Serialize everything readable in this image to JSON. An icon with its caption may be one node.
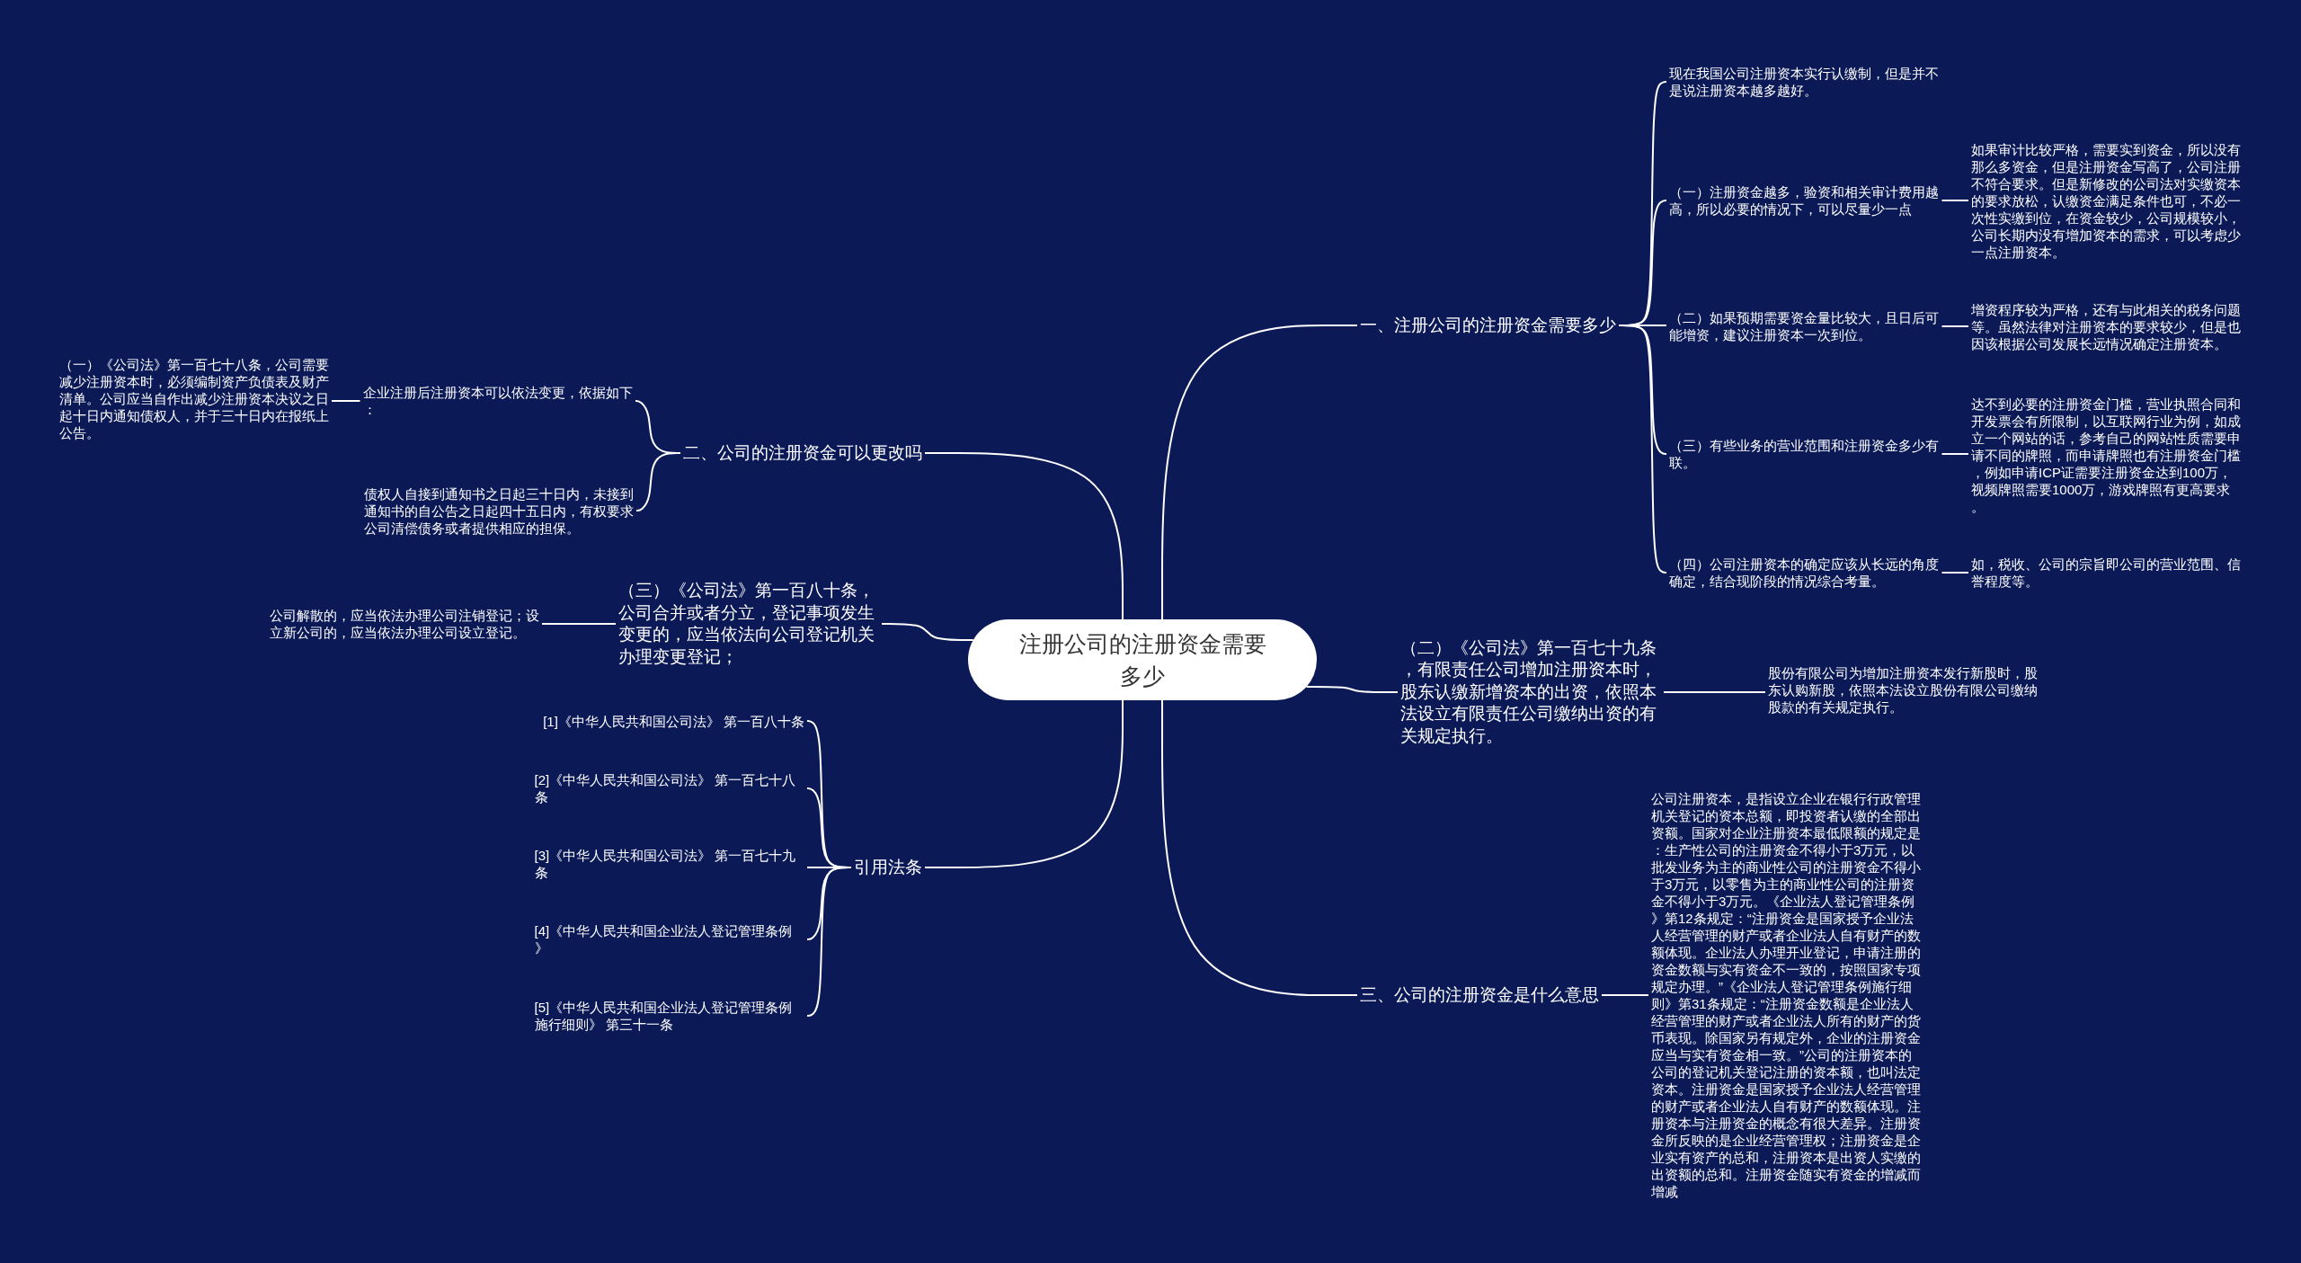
{
  "diagram": {
    "nodes": [
      {
        "text": [
          "注册公司的注册资金需要多少"
        ]
      },
      {
        "text": [
          "一、注册公司的注册资金需要多少"
        ]
      },
      {
        "text": [
          "现在我国公司注册资本实行认缴制，但是并不是说注册资本越多越好。"
        ]
      },
      {
        "text": [
          "（一）注册资金越多，验资和相关审计费用越高，所以必要的情况下，可以尽量少一点"
        ]
      },
      {
        "text": [
          "如果审计比较严格，需要实到资金，所以没有那么多资金，但是注册资金写高了，公司注册不符合要求。但是新修改的公司法对实缴资本的要求放松，认缴资金满足条件也可，不必一次性实缴到位，在资金较少，公司规模较小，公司长期内没有增加资本的需求，可以考虑少一点注册资本。"
        ]
      },
      {
        "text": [
          "（二）如果预期需要资金量比较大，且日后可能增资，建议注册资本一次到位。"
        ]
      },
      {
        "text": [
          "增资程序较为严格，还有与此相关的税务问题等。虽然法律对注册资本的要求较少，但是也因该根据公司发展长远情况确定注册资本。"
        ]
      },
      {
        "text": [
          "（三）有些业务的营业范围和注册资金多少有联。"
        ]
      },
      {
        "text": [
          "达不到必要的注册资金门槛，营业执照合同和开发票会有所限制，以互联网行业为例，如成立一个网站的话，参考自己的网站性质需要申请不同的牌照，而申请牌照也有注册资金门槛，例如申请ICP证需要注册资金达到100万，视频牌照需要1000万，游戏牌照有更高要求。"
        ]
      },
      {
        "text": [
          "（四）公司注册资本的确定应该从长远的角度确定，结合现阶段的情况综合考量。"
        ]
      },
      {
        "text": [
          "如，税收、公司的宗旨即公司的营业范围、信誉程度等。"
        ]
      },
      {
        "text": [
          "（二）《公司法》第一百七十九条，有限责任公司增加注册资本时，股东认缴新增资本的出资，依照本法设立有限责任公司缴纳出资的有关规定执行。"
        ]
      },
      {
        "text": [
          "股份有限公司为增加注册资本发行新股时，股东认购新股，依照本法设立股份有限公司缴纳股款的有关规定执行。"
        ]
      },
      {
        "text": [
          "三、公司的注册资金是什么意思"
        ]
      },
      {
        "text": [
          "公司注册资本，是指设立企业在银行行政管理机关登记的资本总额，即投资者认缴的全部出资额。国家对企业注册资本最低限额的规定是：生产性公司的注册资金不得小于3万元，以批发业务为主的商业性公司的注册资金不得小于3万元，以零售为主的商业性公司的注册资金不得小于3万元。《企业法人登记管理条例》第12条规定：“注册资金是国家授予企业法人经营管理的财产或者企业法人自有财产的数额体现。企业法人办理开业登记，申请注册的资金数额与实有资金不一致的，按照国家专项规定办理。”《企业法人登记管理条例施行细则》第31条规定：“注册资金数额是企业法人经营管理的财产或者企业法人所有的财产的货币表现。除国家另有规定外，企业的注册资金应当与实有资金相一致。”公司的注册资本的公司的登记机关登记注册的资本额，也叫法定资本。注册资金是国家授予企业法人经营管理的财产或者企业法人自有财产的数额体现。注册资本与注册资金的概念有很大差异。注册资金所反映的是企业经营管理权；注册资金是企业实有资产的总和，注册资本是出资人实缴的出资额的总和。注册资金随实有资金的增减而增减"
        ]
      },
      {
        "text": [
          "二、公司的注册资金可以更改吗"
        ]
      },
      {
        "text": [
          "企业注册后注册资本可以依法变更，依据如下："
        ]
      },
      {
        "text": [
          "（一）《公司法》第一百七十八条，公司需要减少注册资本时，必须编制资产负债表及财产清单。公司应当自作出减少注册资本决议之日起十日内通知债权人，并于三十日内在报纸上公告。"
        ]
      },
      {
        "text": [
          "债权人自接到通知书之日起三十日内，未接到通知书的自公告之日起四十五日内，有权要求公司清偿债务或者提供相应的担保。"
        ]
      },
      {
        "text": [
          "（三）《公司法》第一百八十条，公司合并或者分立，登记事项发生变更的，应当依法向公司登记机关办理变更登记；"
        ]
      },
      {
        "text": [
          "公司解散的，应当依法办理公司注销登记；设立新公司的，应当依法办理公司设立登记。"
        ]
      },
      {
        "text": [
          "引用法条"
        ]
      },
      {
        "text": [
          "[1]《中华人民共和国公司法》 第一百八十条"
        ]
      },
      {
        "text": [
          "[2]《中华人民共和国公司法》 第一百七十八条"
        ]
      },
      {
        "text": [
          "[3]《中华人民共和国公司法》 第一百七十九条"
        ]
      },
      {
        "text": [
          "[4]《中华人民共和国企业法人登记管理条例》"
        ]
      },
      {
        "text": [
          "[5]《中华人民共和国企业法人登记管理条例施行细则》 第三十一条"
        ]
      }
    ],
    "edges": [
      {
        "from": 0,
        "to": 1,
        "arrow": "none"
      },
      {
        "from": 1,
        "to": 2,
        "arrow": "none"
      },
      {
        "from": 1,
        "to": 3,
        "arrow": "none"
      },
      {
        "from": 3,
        "to": 4,
        "arrow": "none"
      },
      {
        "from": 1,
        "to": 5,
        "arrow": "none"
      },
      {
        "from": 5,
        "to": 6,
        "arrow": "none"
      },
      {
        "from": 1,
        "to": 7,
        "arrow": "none"
      },
      {
        "from": 7,
        "to": 8,
        "arrow": "none"
      },
      {
        "from": 1,
        "to": 9,
        "arrow": "none"
      },
      {
        "from": 9,
        "to": 10,
        "arrow": "none"
      },
      {
        "from": 0,
        "to": 11,
        "arrow": "none"
      },
      {
        "from": 11,
        "to": 12,
        "arrow": "none"
      },
      {
        "from": 0,
        "to": 13,
        "arrow": "none"
      },
      {
        "from": 13,
        "to": 14,
        "arrow": "none"
      },
      {
        "from": 0,
        "to": 15,
        "arrow": "none"
      },
      {
        "from": 15,
        "to": 16,
        "arrow": "none"
      },
      {
        "from": 16,
        "to": 17,
        "arrow": "none"
      },
      {
        "from": 15,
        "to": 18,
        "arrow": "none"
      },
      {
        "from": 0,
        "to": 19,
        "arrow": "none"
      },
      {
        "from": 19,
        "to": 20,
        "arrow": "none"
      },
      {
        "from": 0,
        "to": 21,
        "arrow": "none"
      },
      {
        "from": 21,
        "to": 22,
        "arrow": "none"
      },
      {
        "from": 21,
        "to": 23,
        "arrow": "none"
      },
      {
        "from": 21,
        "to": 24,
        "arrow": "none"
      },
      {
        "from": 21,
        "to": 25,
        "arrow": "none"
      },
      {
        "from": 21,
        "to": 26,
        "arrow": "none"
      }
    ]
  }
}
